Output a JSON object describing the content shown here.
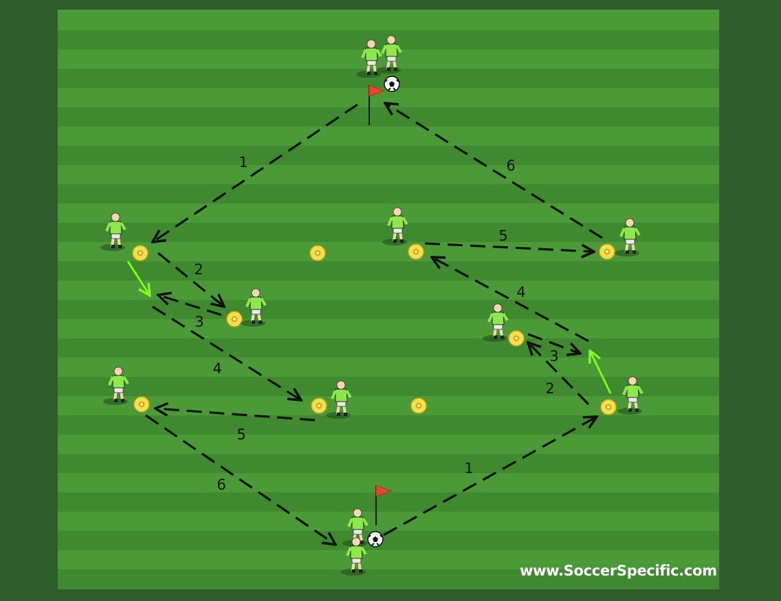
{
  "diagram": {
    "watermark": "www.SoccerSpecific.com",
    "colors": {
      "background": "#2f5e2c",
      "pitch_stripe_light": "#4a9a38",
      "pitch_stripe_dark": "#3f8a2f",
      "pass_arrow": "#111111",
      "run_arrow": "#7cfc1e",
      "cone": "#f4e04a",
      "flag": "#e8452c",
      "player_shirt": "#8ee84a"
    },
    "pass_labels": [
      "1",
      "2",
      "3",
      "4",
      "5",
      "6",
      "1",
      "2",
      "3",
      "4",
      "5",
      "6"
    ]
  }
}
